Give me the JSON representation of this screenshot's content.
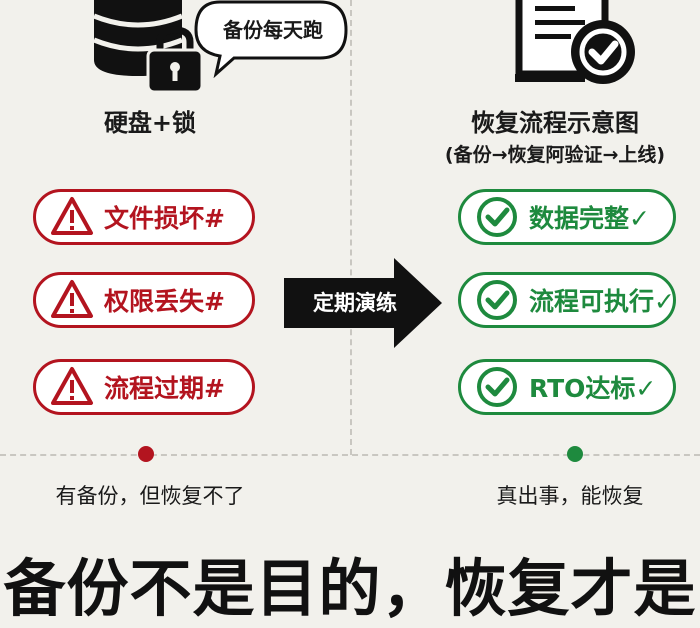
{
  "left": {
    "speech_bubble": "备份每天跑",
    "title": "硬盘+锁",
    "items": [
      {
        "label": "文件损坏#"
      },
      {
        "label": "权限丢失#"
      },
      {
        "label": "流程过期#"
      }
    ],
    "caption": "有备份，但恢复不了",
    "color": "#b3141f"
  },
  "middle": {
    "arrow_label": "定期演练"
  },
  "right": {
    "title": "恢复流程示意图",
    "subtitle": "(备份→恢复阿验证→上线)",
    "items": [
      {
        "label": "数据完整✓"
      },
      {
        "label": "流程可执行✓"
      },
      {
        "label": "RTO达标✓"
      }
    ],
    "caption": "真出事，能恢复",
    "color": "#1e8a3e"
  },
  "slogan": "备份不是目的，恢复才是",
  "icons": {
    "left_top": "database-lock-icon",
    "right_top": "document-check-icon",
    "warning": "warning-icon",
    "check": "check-circle-icon"
  }
}
